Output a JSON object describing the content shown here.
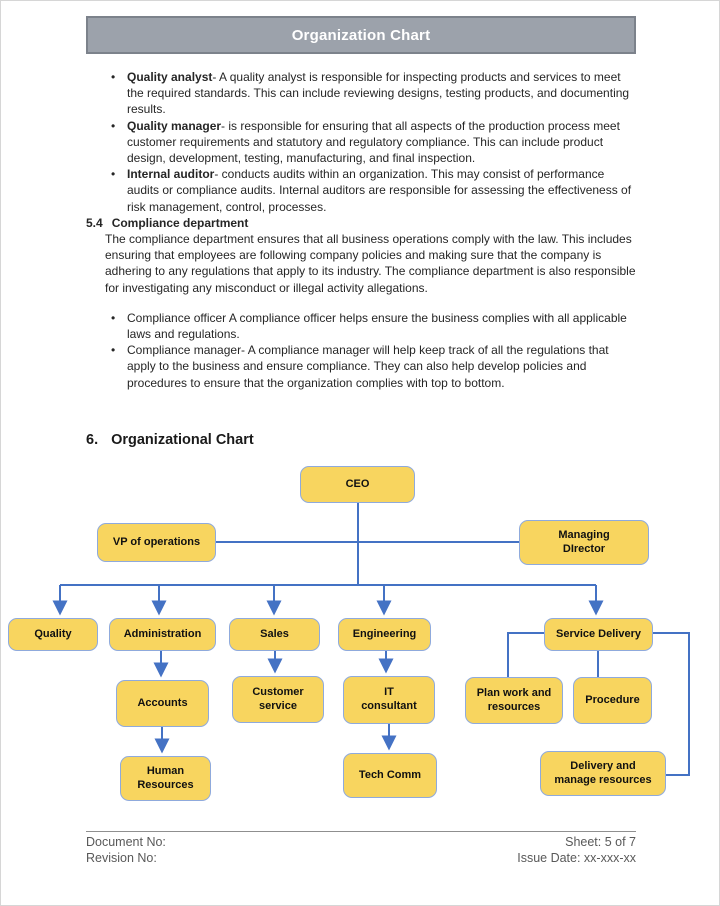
{
  "header": {
    "title": "Organization Chart"
  },
  "bullets_quality": [
    {
      "lead": "Quality analyst",
      "text": "- A quality analyst is responsible for inspecting products and services to meet the required standards. This can include reviewing designs, testing products, and documenting results."
    },
    {
      "lead": "Quality manager",
      "text": "- is responsible for ensuring that all aspects of the production process meet customer requirements and statutory and regulatory compliance. This can include product design, development, testing, manufacturing, and final inspection."
    },
    {
      "lead": "Internal auditor",
      "text": "- conducts audits within an organization. This may consist of performance audits or compliance audits. Internal auditors are responsible for assessing the effectiveness of risk management, control, processes."
    }
  ],
  "section_54": {
    "number": "5.4",
    "title": "Compliance department",
    "body": "The compliance department ensures that all business operations comply with the law. This includes ensuring that employees are following company policies and making sure that the company is adhering to any regulations that apply to its industry. The compliance department is also responsible for investigating any misconduct or illegal activity allegations."
  },
  "bullets_compliance": [
    {
      "text": "Compliance officer A compliance officer helps ensure the business complies with all applicable laws and regulations."
    },
    {
      "text": "Compliance manager- A compliance manager will help keep track of all the regulations that apply to the business and ensure compliance. They can also help develop policies and procedures to ensure that the organization complies with top to bottom."
    }
  ],
  "section_6": {
    "number": "6.",
    "title": "Organizational Chart"
  },
  "org_chart": {
    "nodes": {
      "ceo": "CEO",
      "vp": "VP of operations",
      "md": "Managing\nDIrector",
      "quality": "Quality",
      "administration": "Administration",
      "sales": "Sales",
      "engineering": "Engineering",
      "service_delivery": "Service Delivery",
      "accounts": "Accounts",
      "customer_service": "Customer\nservice",
      "it_consultant": "IT\nconsultant",
      "plan_work": "Plan work and\nresources",
      "procedure": "Procedure",
      "human_resources": "Human\nResources",
      "tech_comm": "Tech Comm",
      "delivery_manage": "Delivery and\nmanage resources"
    },
    "edges": [
      "CEO -> VP of operations",
      "CEO -> Managing DIrector",
      "CEO -> Quality",
      "CEO -> Administration",
      "CEO -> Sales",
      "CEO -> Engineering",
      "CEO -> Service Delivery",
      "Administration -> Accounts",
      "Accounts -> Human Resources",
      "Sales -> Customer service",
      "Engineering -> IT consultant",
      "IT consultant -> Tech Comm",
      "Service Delivery -> Plan work and resources",
      "Service Delivery -> Procedure",
      "Service Delivery -> Delivery and manage resources"
    ]
  },
  "footer": {
    "document_no": "Document No:",
    "revision_no": "Revision No:",
    "sheet": "Sheet: 5 of 7",
    "issue_date": "Issue Date: xx-xxx-xx"
  },
  "colors": {
    "header_bar": "#9CA2AB",
    "node_fill": "#F8D55F",
    "node_border": "#8FAADC",
    "connector": "#4472C4",
    "footer_text": "#595959"
  }
}
